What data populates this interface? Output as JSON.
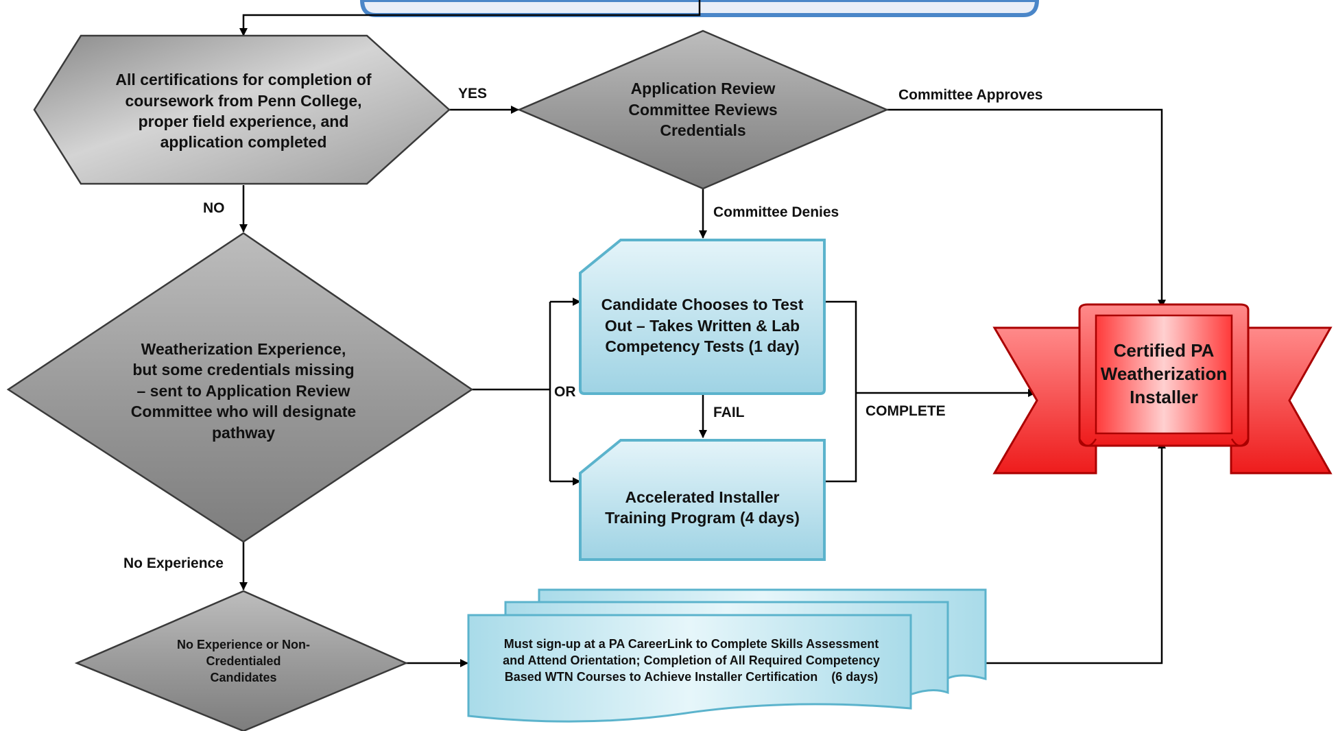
{
  "nodes": {
    "start_decision": "All certifications for completion of coursework from Penn College, proper field experience, and application completed",
    "review_committee": "Application Review Committee Reviews Credentials",
    "experience_decision": "Weatherization Experience, but some credentials missing – sent to Application Review Committee who will designate pathway",
    "test_out": "Candidate Chooses to Test Out – Takes Written & Lab Competency Tests (1 day)",
    "accelerated_training": "Accelerated Installer Training Program (4 days)",
    "certified_installer": "Certified PA Weatherization Installer",
    "no_experience_decision": "No Experience or Non-Credentialed Candidates",
    "careerlink_program": "Must sign-up at a PA CareerLink to Complete Skills Assessment and Attend Orientation; Completion of All Required Competency Based WTN Courses to Achieve Installer Certification    (6 days)"
  },
  "edges": {
    "yes": "YES",
    "no": "NO",
    "committee_approves": "Committee Approves",
    "committee_denies": "Committee Denies",
    "or": "OR",
    "fail": "FAIL",
    "complete": "COMPLETE",
    "no_experience": "No Experience"
  },
  "colors": {
    "process_blue": "#a8d8e6",
    "process_border": "#5bb3cc",
    "decision_gray": "#9a9a9a",
    "certified_red": "#ff3030",
    "top_bar_blue": "#4a86c8"
  }
}
